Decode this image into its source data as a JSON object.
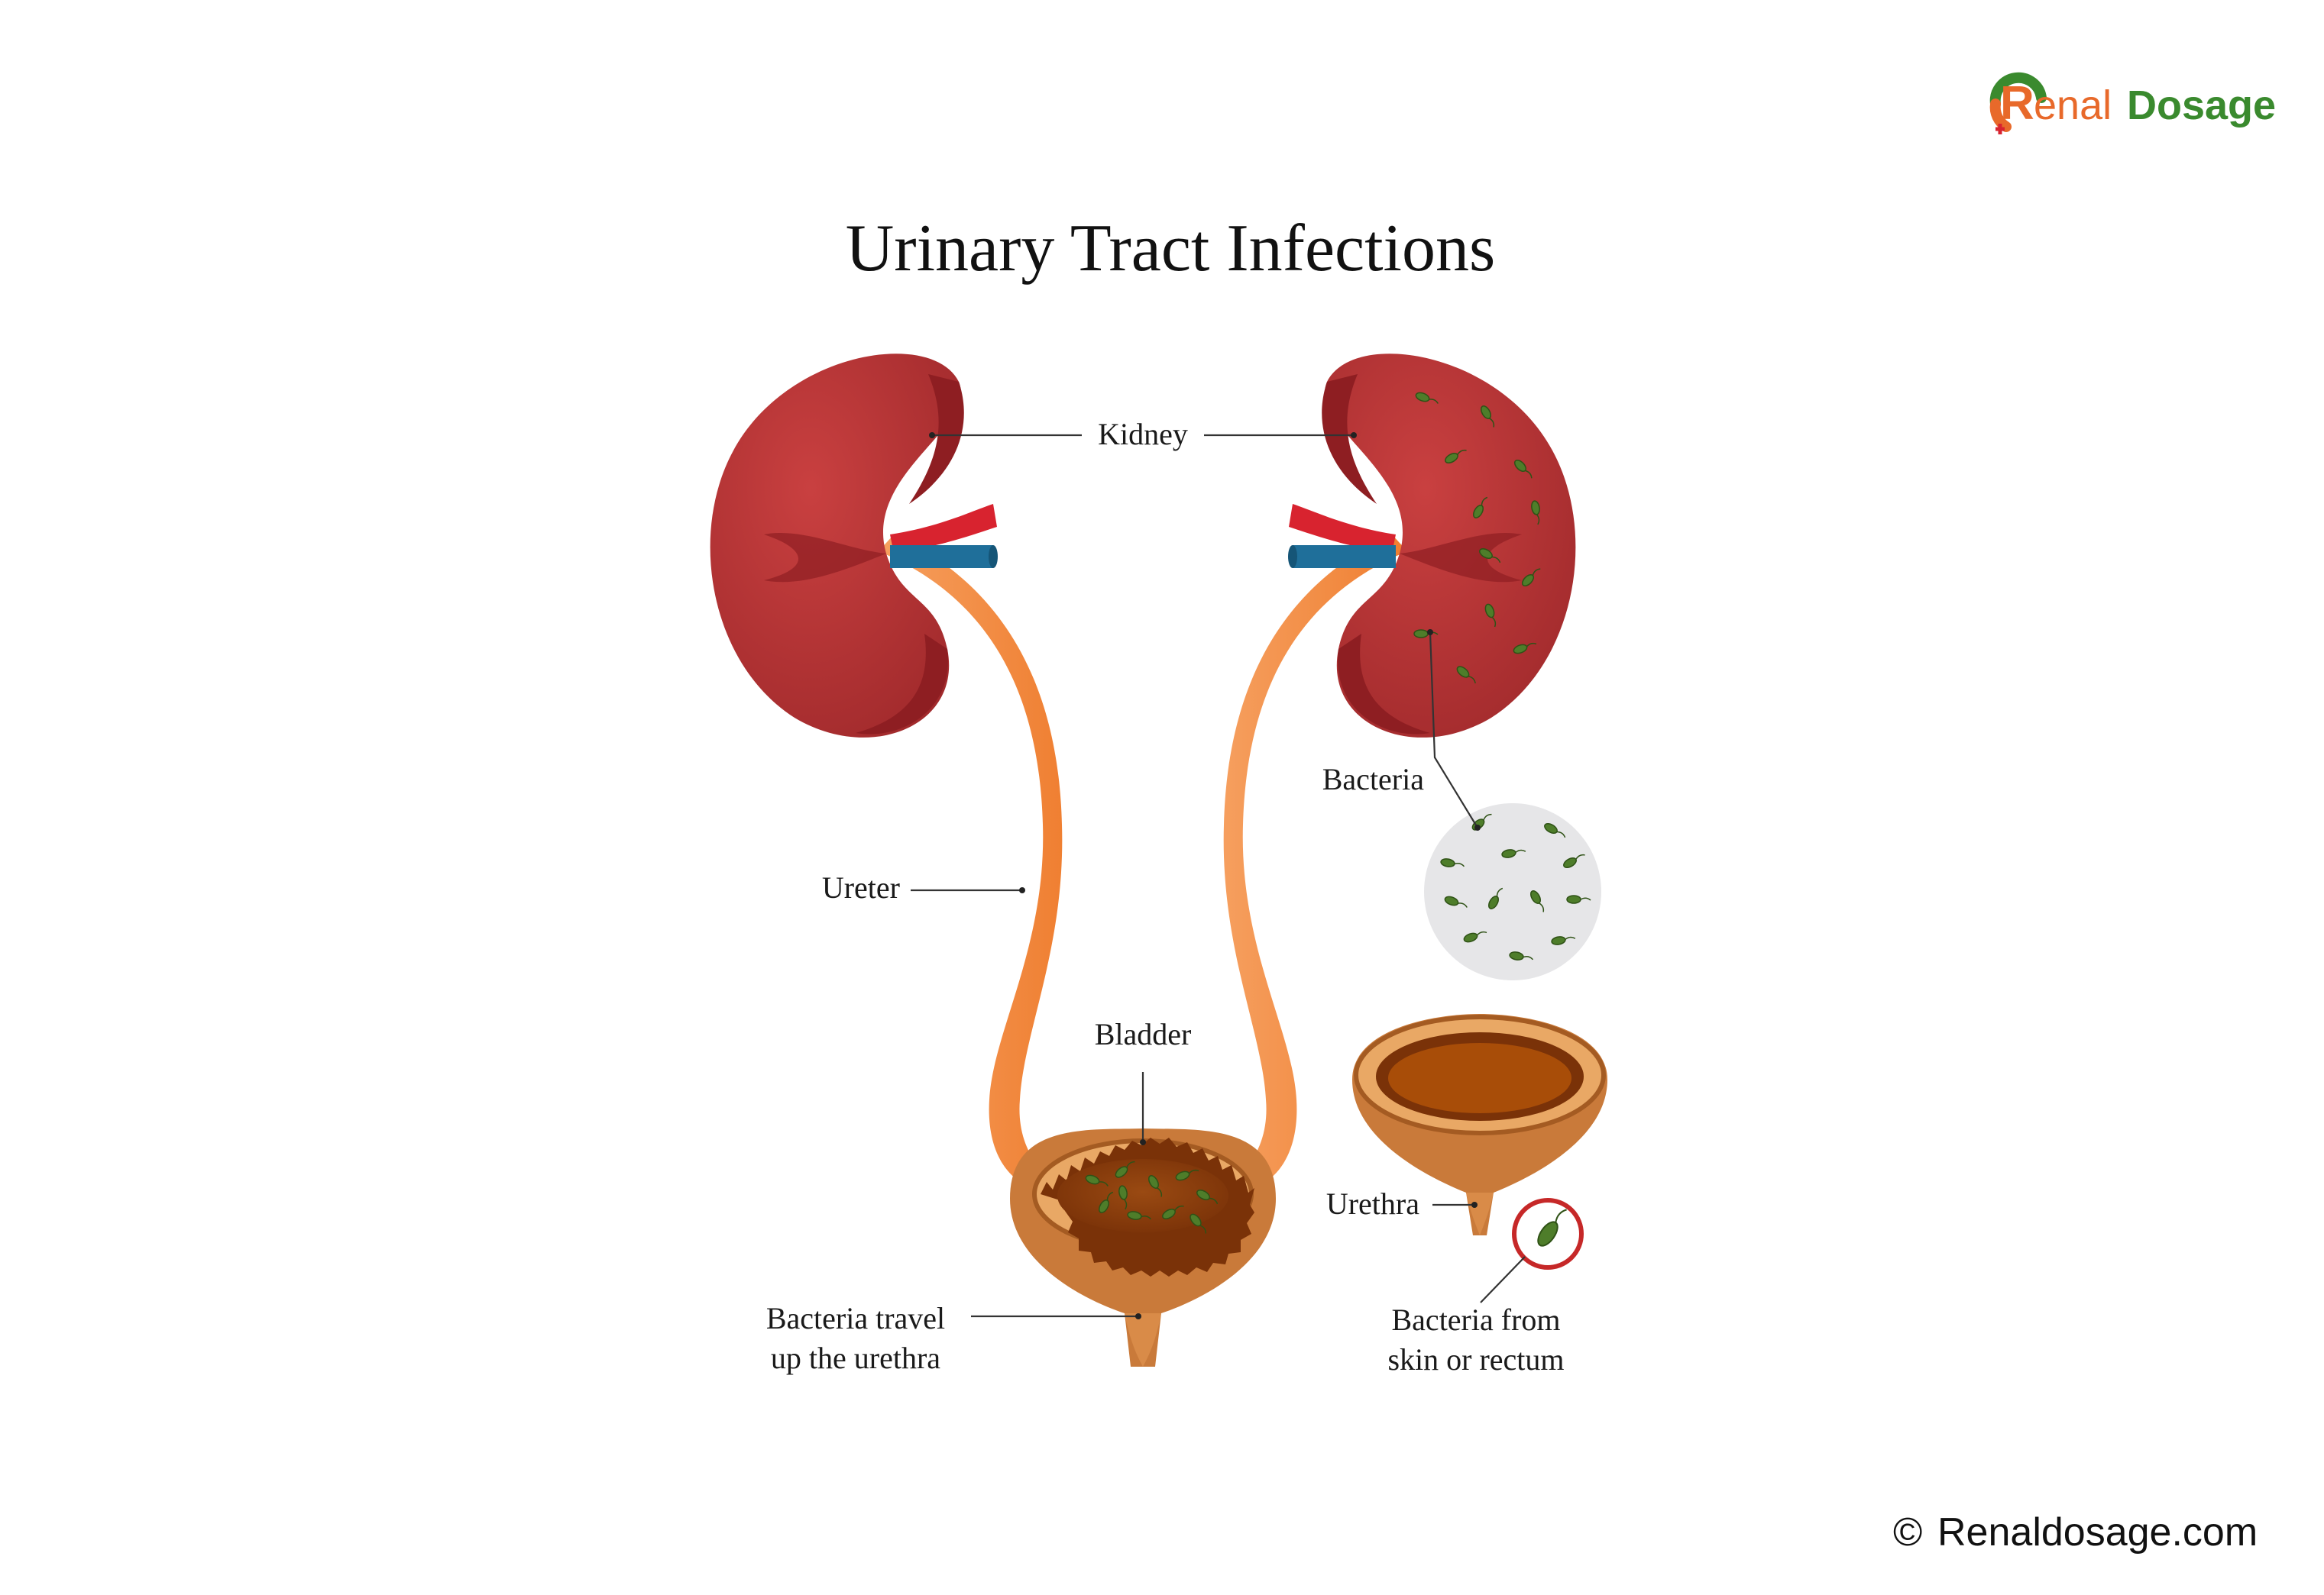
{
  "title": "Urinary Tract Infections",
  "logo": {
    "r_letter": "R",
    "name_part1": "enal",
    "name_part2": "Dosage"
  },
  "labels": {
    "kidney": "Kidney",
    "ureter": "Ureter",
    "bladder": "Bladder",
    "bacteria": "Bacteria",
    "urethra": "Urethra",
    "bacteria_travel_line1": "Bacteria travel",
    "bacteria_travel_line2": "up the urethra",
    "bacteria_from_line1": "Bacteria from",
    "bacteria_from_line2": "skin or rectum"
  },
  "copyright": {
    "symbol": "©",
    "text": "Renaldosage.com"
  },
  "colors": {
    "kidney": "#b83232",
    "kidney_dark": "#8e1e22",
    "artery": "#d8232f",
    "vein": "#1f6f9a",
    "ureter": "#f28c40",
    "bladder_outer": "#c97a3a",
    "bladder_inner": "#8a3a0a",
    "bacteria": "#4e7d2a",
    "brand_orange": "#e8692a",
    "brand_green": "#3a8a2e"
  },
  "icons": [
    "bacterium-icon",
    "magnifier-circle-icon",
    "renal-logo-icon",
    "copyright-icon"
  ]
}
